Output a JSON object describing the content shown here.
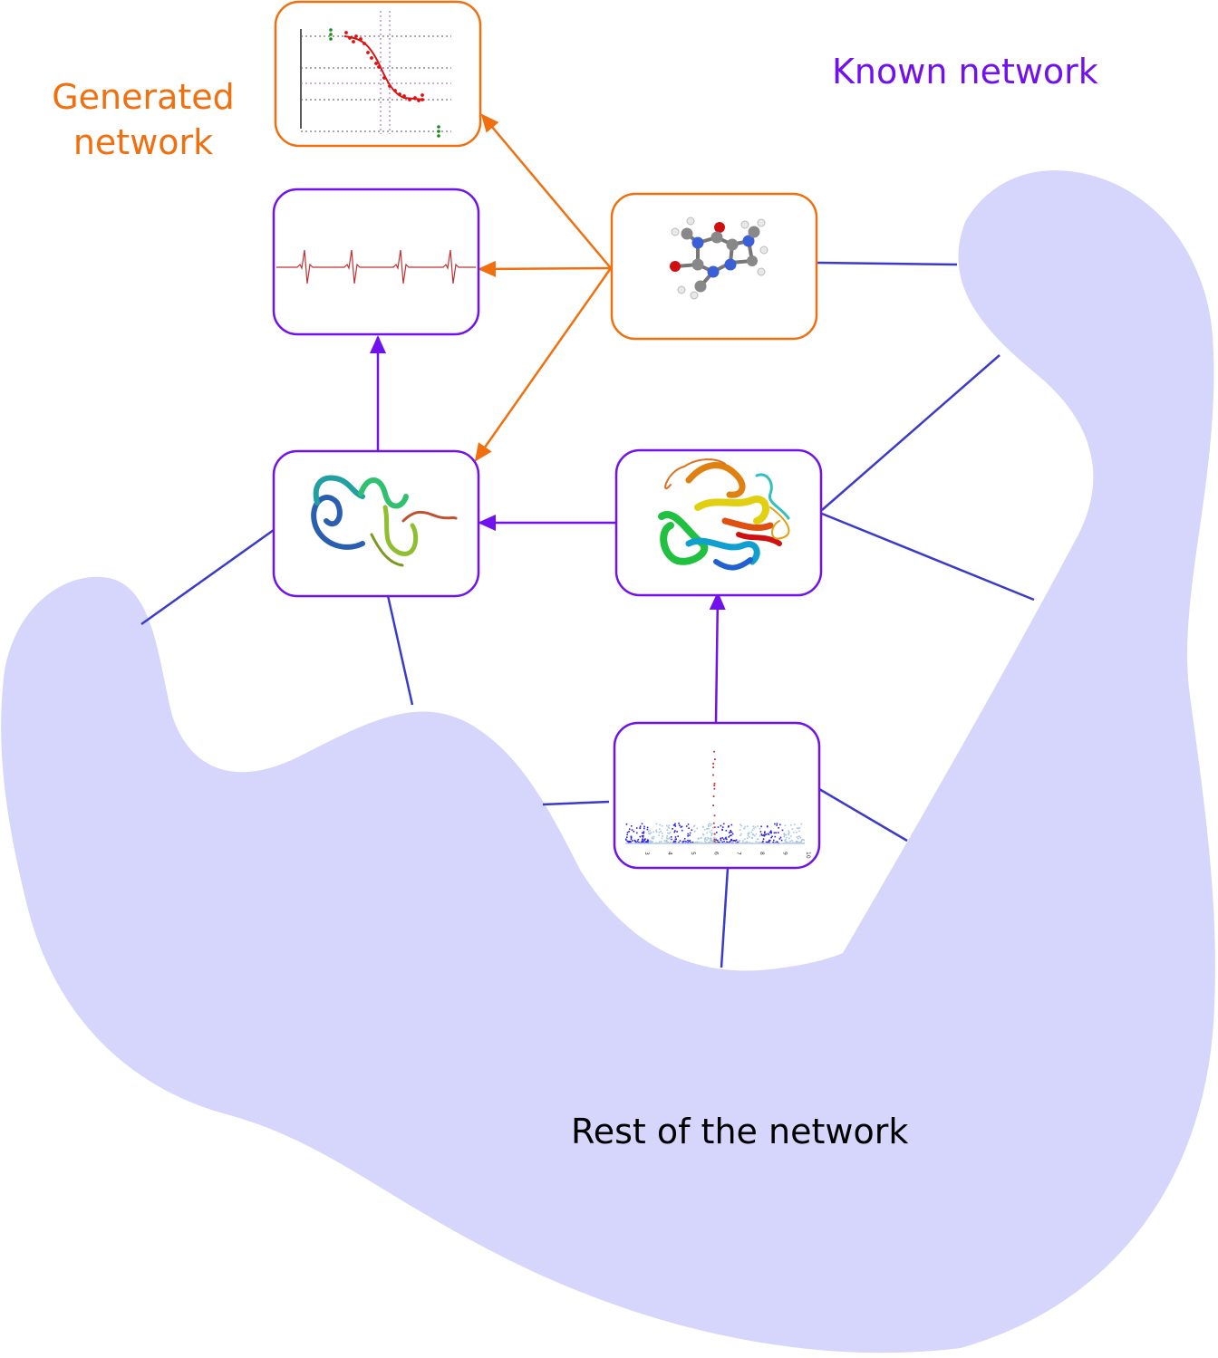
{
  "labels": {
    "generated_line1": "Generated",
    "generated_line2": "network",
    "known": "Known network",
    "rest": "Rest of the network"
  },
  "nodes": [
    {
      "id": "dose-response-curve",
      "network": "generated"
    },
    {
      "id": "ecg-trace",
      "network": "known"
    },
    {
      "id": "caffeine-molecule",
      "network": "generated"
    },
    {
      "id": "small-protein-structure",
      "network": "known"
    },
    {
      "id": "large-protein-structure",
      "network": "known"
    },
    {
      "id": "manhattan-plot",
      "network": "known"
    }
  ],
  "manhattan_tick_labels": [
    "3",
    "4",
    "5",
    "6",
    "7",
    "8",
    "9",
    "10"
  ],
  "colors": {
    "generated": "#f07010",
    "known": "#7011ee",
    "blob_fill": "#d6d6fd",
    "edge_to_rest": "#3a3acb",
    "curve_red": "#e01010",
    "ecg_red": "#c03030"
  }
}
